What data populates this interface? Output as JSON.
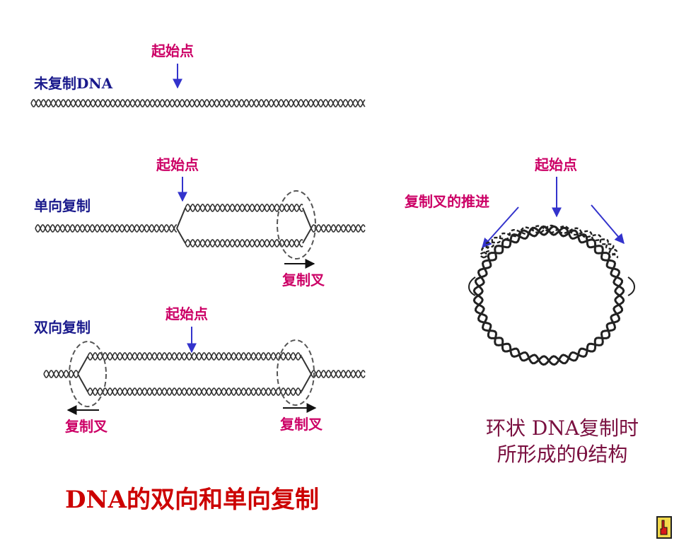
{
  "colors": {
    "label_blue": "#1a1a8c",
    "label_magenta": "#cc0066",
    "arrow_blue": "#3333cc",
    "title_red": "#cc0000",
    "caption_maroon": "#7a1040",
    "strand": "#333333"
  },
  "linear": {
    "unreplicated": {
      "label": "未复制DNA",
      "origin": "起始点"
    },
    "unidirectional": {
      "label": "单向复制",
      "origin": "起始点",
      "fork": "复制叉"
    },
    "bidirectional": {
      "label": "双向复制",
      "origin": "起始点",
      "fork_left": "复制叉",
      "fork_right": "复制叉"
    }
  },
  "circular": {
    "origin": "起始点",
    "fork_progress": "复制叉的推进",
    "caption_line1": "环状 DNA复制时",
    "caption_line2": "所形成的θ结构"
  },
  "title": "DNA的双向和单向复制",
  "nav_icon": "pointing-hand-icon"
}
